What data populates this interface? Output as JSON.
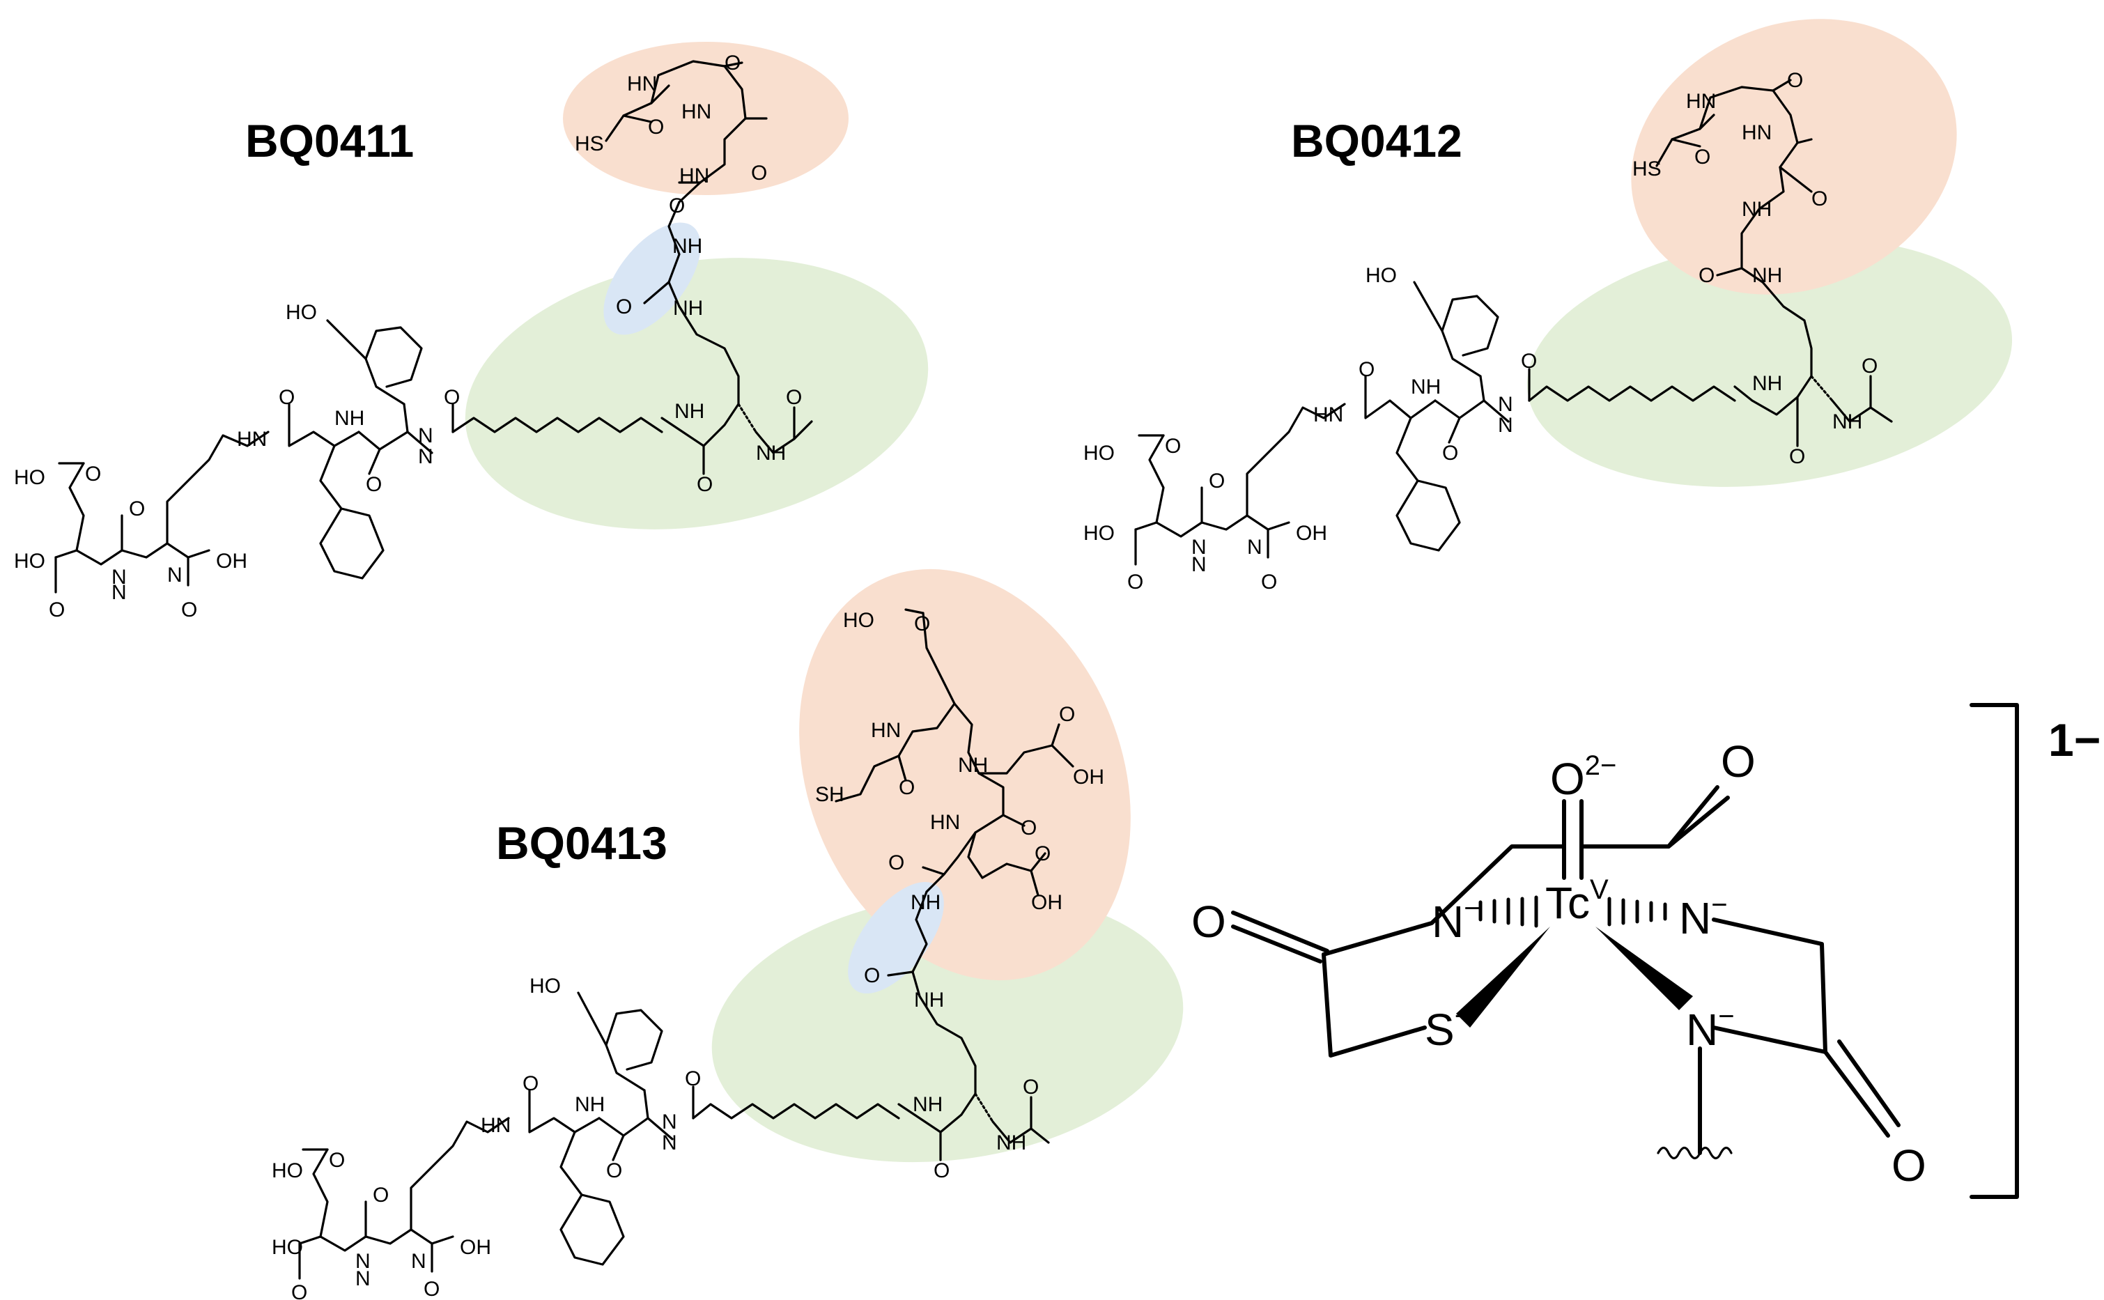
{
  "compounds": [
    {
      "name": "BQ0411"
    },
    {
      "name": "BQ0412"
    },
    {
      "name": "BQ0413"
    }
  ],
  "atoms": {
    "nh": "NH",
    "hn": "HN",
    "n": "N",
    "o": "O",
    "ho": "HO",
    "oh": "OH",
    "hs": "HS",
    "sh": "SH"
  },
  "complex": {
    "metal": "Tc",
    "oxidation": "V",
    "oxo": "O",
    "oxo_charge": "2−",
    "nitrogen": "N",
    "sulfur": "S",
    "ligand_charge": "−",
    "carbonyl": "O",
    "overall_charge": "1−"
  },
  "colors": {
    "chelator_region": "#f9dfcf",
    "spacer_region": "#d9e6f5",
    "linker_region": "#e3efd8"
  }
}
